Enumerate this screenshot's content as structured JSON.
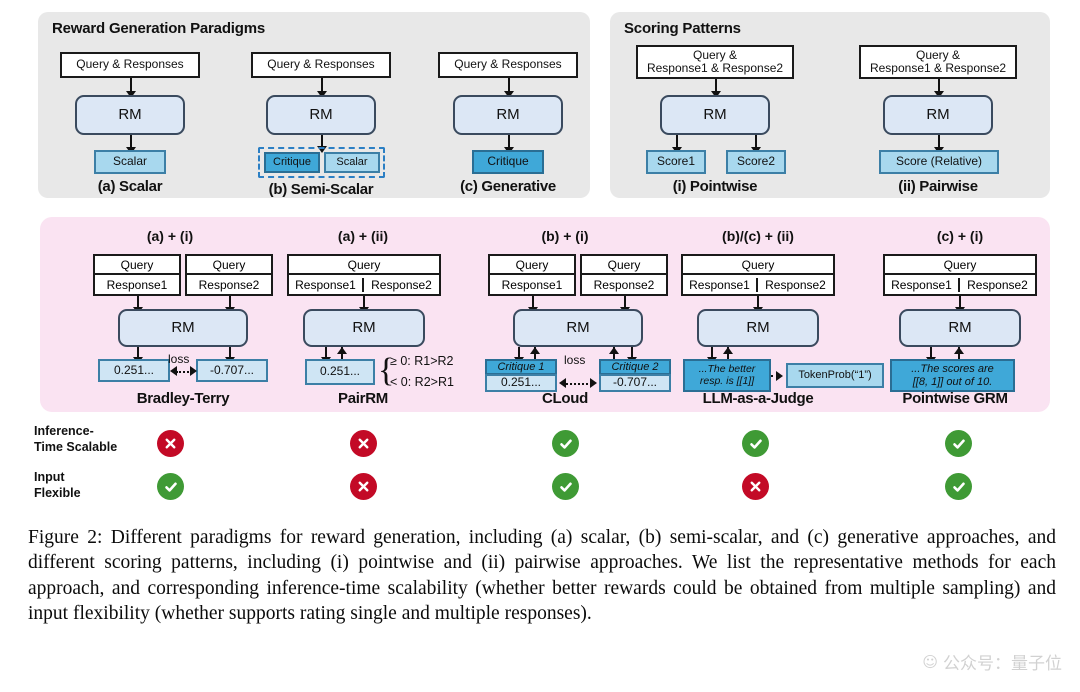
{
  "panels": {
    "left": {
      "title": "Reward Generation Paradigms"
    },
    "right": {
      "title": "Scoring Patterns"
    }
  },
  "paradigms": [
    {
      "input": "Query & Responses",
      "model": "RM",
      "outputs": [
        {
          "label": "Scalar",
          "style": "light"
        }
      ],
      "caption": "(a) Scalar",
      "grouped": false
    },
    {
      "input": "Query & Responses",
      "model": "RM",
      "outputs": [
        {
          "label": "Critique",
          "style": "dark"
        },
        {
          "label": "Scalar",
          "style": "light"
        }
      ],
      "caption": "(b) Semi-Scalar",
      "grouped": true
    },
    {
      "input": "Query & Responses",
      "model": "RM",
      "outputs": [
        {
          "label": "Critique",
          "style": "dark"
        }
      ],
      "caption": "(c) Generative",
      "grouped": false
    }
  ],
  "scoring": [
    {
      "input_line1": "Query &",
      "input_line2": "Response1 & Response2",
      "model": "RM",
      "outputs": [
        "Score1",
        "Score2"
      ],
      "caption": "(i) Pointwise"
    },
    {
      "input_line1": "Query &",
      "input_line2": "Response1 & Response2",
      "model": "RM",
      "outputs": [
        "Score (Relative)"
      ],
      "caption": "(ii) Pairwise"
    }
  ],
  "methods": [
    {
      "combo": "(a) + (i)",
      "name": "Bradley-Terry",
      "inputs": [
        {
          "query": "Query",
          "response": "Response1"
        },
        {
          "query": "Query",
          "response": "Response2"
        }
      ],
      "model": "RM",
      "score_left": "0.251...",
      "score_right": "-0.707...",
      "loss_label": "loss"
    },
    {
      "combo": "(a) + (ii)",
      "name": "PairRM",
      "input_query": "Query",
      "input_resp1": "Response1",
      "input_resp2": "Response2",
      "model": "RM",
      "score": "0.251...",
      "rule_top": "≥ 0: R1>R2",
      "rule_bottom": "< 0: R2>R1"
    },
    {
      "combo": "(b) + (i)",
      "name": "CLoud",
      "inputs": [
        {
          "query": "Query",
          "response": "Response1"
        },
        {
          "query": "Query",
          "response": "Response2"
        }
      ],
      "model": "RM",
      "critique_left": "Critique 1",
      "critique_right": "Critique 2",
      "score_left": "0.251...",
      "score_right": "-0.707...",
      "loss_label": "loss"
    },
    {
      "combo": "(b)/(c) + (ii)",
      "name": "LLM-as-a-Judge",
      "input_query": "Query",
      "input_resp1": "Response1",
      "input_resp2": "Response2",
      "model": "RM",
      "critique_line1": "...The better",
      "critique_line2": "resp. is [[1]]",
      "tokenprob": "TokenProb(“1”)"
    },
    {
      "combo": "(c) + (i)",
      "name": "Pointwise GRM",
      "input_query": "Query",
      "input_resp1": "Response1",
      "input_resp2": "Response2",
      "model": "RM",
      "critique_line1": "...The scores are",
      "critique_line2": "[[8, 1]] out of 10."
    }
  ],
  "status_rows": [
    {
      "label_line1": "Inference-",
      "label_line2": "Time Scalable",
      "values": [
        "no",
        "no",
        "yes",
        "yes",
        "yes"
      ]
    },
    {
      "label_line1": "Input",
      "label_line2": "Flexible",
      "values": [
        "yes",
        "no",
        "yes",
        "no",
        "yes"
      ]
    }
  ],
  "caption": "Figure 2: Different paradigms for reward generation, including (a) scalar, (b) semi-scalar, and (c) generative approaches, and different scoring patterns, including (i) pointwise and (ii) pairwise approaches. We list the representative methods for each approach, and corresponding inference-time scalability (whether better rewards could be obtained from multiple sampling) and input flexibility (whether supports rating single and multiple responses).",
  "watermark": "公众号：量子位",
  "colors": {
    "panel_gray": "#e8e8e8",
    "panel_pink": "#fae3f2",
    "rm_blue": "#dce7f5",
    "light_blue": "#a8d8ee",
    "dark_blue": "#3fa8d8",
    "pale_blue": "#cfe5f4",
    "yes_green": "#3f9a35",
    "no_red": "#c30a26",
    "dashdot_blue": "#2b7fc4"
  }
}
